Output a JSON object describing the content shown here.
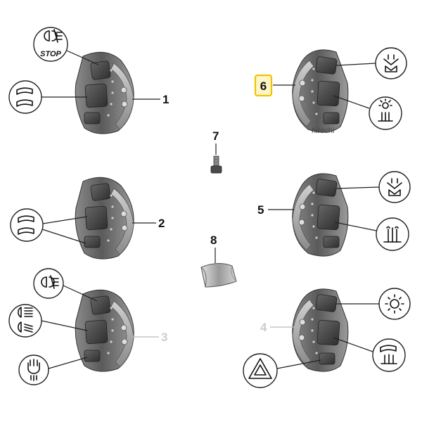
{
  "diagram": {
    "colors": {
      "part_body": "#6f6f6f",
      "part_dark": "#3b3b3b",
      "line": "#222222",
      "faded": "#cccccc",
      "highlight_border": "#f2c200",
      "highlight_fill": "#fff6c8"
    },
    "parts": [
      {
        "number": "1",
        "icons": [
          "fog-light-icon",
          "horn-icon"
        ],
        "faded": false
      },
      {
        "number": "2",
        "icons": [
          "horn-icon"
        ],
        "faded": false
      },
      {
        "number": "3",
        "icons": [
          "fog-light-icon",
          "high-low-beam-icon",
          "headlight-flasher-icon"
        ],
        "faded": true
      },
      {
        "number": "4",
        "icons": [
          "daytime-light-icon",
          "horn-heated-grip-icon",
          "hazard-warning-icon"
        ],
        "faded": true
      },
      {
        "number": "5",
        "icons": [
          "heated-seat-icon",
          "heated-grip-icon"
        ],
        "faded": false
      },
      {
        "number": "6",
        "icons": [
          "heated-seat-icon",
          "daytime-heated-grip-icon"
        ],
        "faded": false,
        "highlighted": true
      },
      {
        "number": "7",
        "icons": [],
        "faded": false
      },
      {
        "number": "8",
        "icons": [],
        "faded": false
      }
    ],
    "stop_label": "STOP",
    "watermark": "hirochi"
  }
}
